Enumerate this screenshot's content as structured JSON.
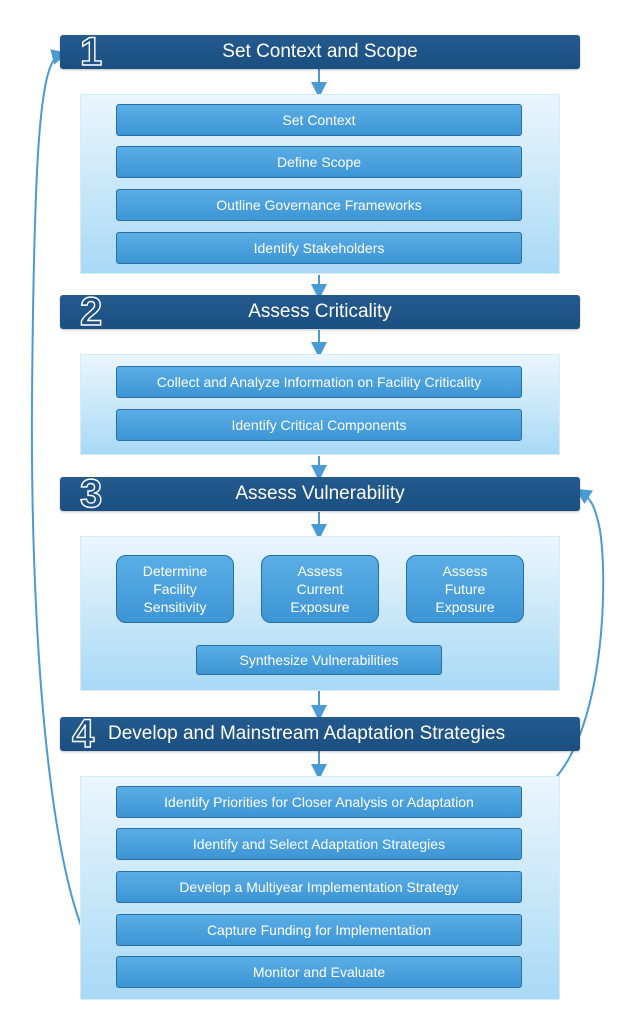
{
  "steps": [
    {
      "number": "1",
      "title": "Set Context and Scope",
      "items": [
        "Set Context",
        "Define Scope",
        "Outline Governance Frameworks",
        "Identify Stakeholders"
      ]
    },
    {
      "number": "2",
      "title": "Assess Criticality",
      "items": [
        "Collect and Analyze Information on Facility Criticality",
        "Identify Critical Components"
      ]
    },
    {
      "number": "3",
      "title": "Assess Vulnerability",
      "items": [
        "Determine\nFacility\nSensitivity",
        "Assess\nCurrent\nExposure",
        "Assess\nFuture\nExposure"
      ],
      "synthesis": "Synthesize Vulnerabilities"
    },
    {
      "number": "4",
      "title": "Develop and Mainstream Adaptation Strategies",
      "items": [
        "Identify Priorities for Closer Analysis or Adaptation",
        "Identify and Select Adaptation Strategies",
        "Develop a Multiyear Implementation Strategy",
        "Capture Funding for Implementation",
        "Monitor and Evaluate"
      ]
    }
  ],
  "colors": {
    "header": "#1f5287",
    "box": "#4aa3de",
    "panel_top": "#eaf6fd",
    "panel_bottom": "#a9d9f5",
    "connector": "#4a9ad4"
  }
}
